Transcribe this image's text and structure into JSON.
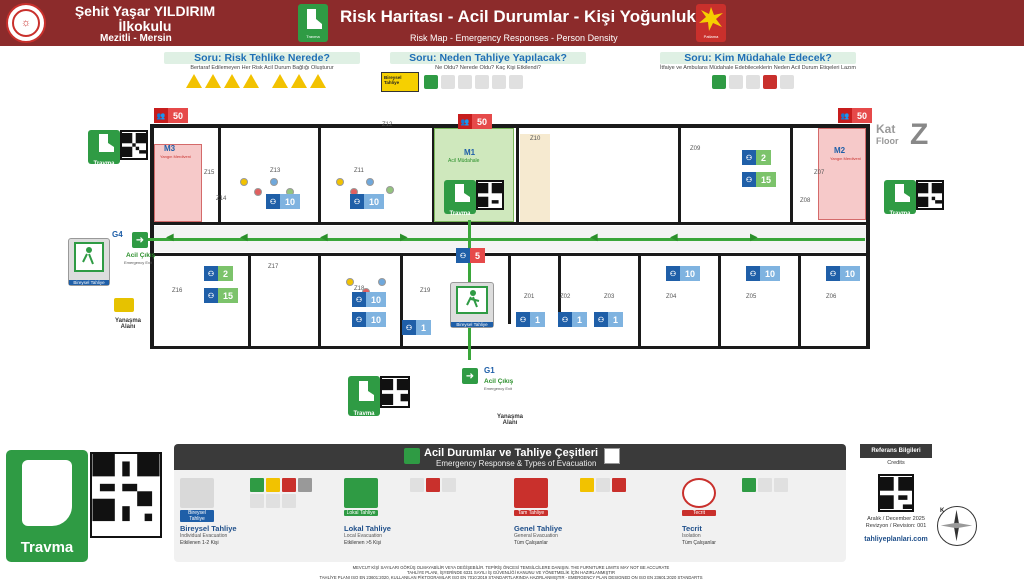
{
  "header": {
    "school_line1": "Şehit Yaşar YILDIRIM",
    "school_line2": "İlkokulu",
    "location": "Mezitli - Mersin",
    "title": "Risk Haritası - Acil Durumlar - Kişi Yoğunluk",
    "subtitle": "Risk Map - Emergency Responses - Person Density",
    "left_icon_label": "Travma",
    "right_icon_label": "Patlama"
  },
  "questions": {
    "q1": {
      "title": "Soru: Risk Tehlike Nerede?",
      "sub": "Bertaraf Edilemeyen Her Risk Acil Durum Bağlığı Oluşturur"
    },
    "q2": {
      "title": "Soru: Neden Tahliye Yapılacak?",
      "sub": "Ne Oldu? Nerede Oldu? Kaç Kişi Etkilendi?"
    },
    "q3": {
      "title": "Soru: Kim Müdahale Edecek?",
      "sub": "İtfaiye ve Ambulans Müdahale Edebileceklerin Neden Acil Durum Etiqeleri Lazım"
    },
    "q2_badge": "Bireysel Tahliye"
  },
  "plan": {
    "floor_label": "Kat",
    "floor_label_en": "Floor",
    "floor_letter": "Z",
    "rooms": [
      "Z12",
      "Z10",
      "Z13",
      "Z11",
      "Z15",
      "Z14",
      "Z09",
      "Z07",
      "Z08",
      "Z17",
      "Z16",
      "Z18",
      "Z19",
      "Z01",
      "Z02",
      "Z03",
      "Z04",
      "Z05",
      "Z06"
    ],
    "m1": "M1",
    "m1_sub": "Acil Müdahale",
    "m2": "M2",
    "m3": "M3",
    "m_sub": "Yangın Merdiveni",
    "g1": "G1",
    "g4": "G4",
    "exit_label": "Acil Çıkış",
    "exit_sub": "Emergency Exit",
    "assembly": "Yanaşma",
    "assembly2": "Alanı",
    "sign_trauma": "Travma",
    "sign_individual": "Bireysel Tahliye",
    "badges": {
      "b50a": "50",
      "b50b": "50",
      "b50c": "50",
      "z13": "10",
      "z11": "10",
      "z09": "2",
      "z07": "15",
      "z17a": "2",
      "z17b": "15",
      "z18": "10",
      "z18b": "10",
      "z19": "1",
      "z01": "1",
      "z02": "1",
      "z03": "1",
      "z04": "10",
      "z05": "10",
      "z06": "10",
      "mid": "5"
    }
  },
  "legend": {
    "title": "Acil Durumlar ve Tahliye Çeşitleri",
    "subtitle": "Emergency Response & Types of Evacuation",
    "big_card_label": "Travma",
    "col1": {
      "tile": "Bireysel Tahliye",
      "name": "Bireysel Tahliye",
      "en": "Individual Evacuation",
      "desc": "Etkilenen 1-2 Kişi"
    },
    "col2": {
      "tile": "Lokal Tahliye",
      "name": "Lokal Tahliye",
      "en": "Local Evacuation",
      "desc": "Etkilenen >5 Kişi"
    },
    "col3": {
      "tile": "Tam Tahliye",
      "name": "Genel Tahliye",
      "en": "General Evacuation",
      "desc": "Tüm Çalışanlar"
    },
    "col4": {
      "tile": "Tecrit",
      "name": "Tecrit",
      "en": "Isolation",
      "desc": "Tüm Çalışanlar"
    }
  },
  "reference": {
    "head": "Referans Bilgileri",
    "head_en": "Credits",
    "date": "Aralık / December 2025",
    "revision": "Revizyon / Revision: 001",
    "website": "tahliyeplanlari.com",
    "north": "K"
  },
  "footer": {
    "line1": "MEVCUT KİŞİ SAYILARI GÖRÜŞ OLMAYABİLİR VEYA DEĞİŞEBİLİR. TEPİRİŞ ÖNCESİ TEMSİLCİLERE DANIŞIN. THE FURNITURE LIMITS MAY NOT BE ACCURATE",
    "line2": "TAHLİYE PLANI, İŞYERİNDE 6331 SAYILI İŞ GÜVENLİĞİ KANUNU VE YÖNETMELİK İÇİN HAZIRLANMIŞTIR",
    "line3": "TAHLİYE PLANI ISO EN 23601:2020, KULLANILAN PİKTOGRAMLAR ISO EN 7010:2019 STANDARTLARINDA HAZIRLANMIŞTIR - EMERGENCY PLAN DESIGNED ON ISO EN 23601:2020 STANDARTS"
  },
  "colors": {
    "header": "#8c2b2b",
    "safe_green": "#2f9b44",
    "blue_badge": "#1f5fa8",
    "red_badge": "#e64a4a"
  }
}
